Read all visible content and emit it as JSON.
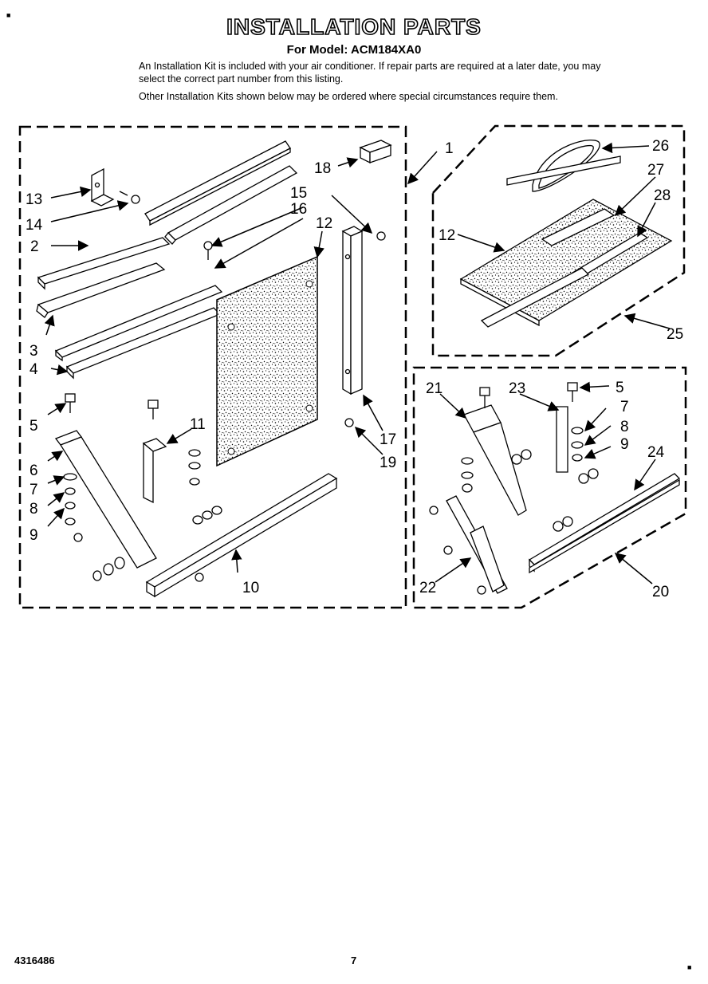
{
  "header": {
    "title": "INSTALLATION PARTS",
    "model": "For Model: ACM184XA0",
    "intro_1": "An Installation Kit is included with your air conditioner. If repair parts are required at a later date, you may select the correct part number from this listing.",
    "intro_2": "Other Installation Kits shown below may be ordered where special circumstances require them."
  },
  "footer": {
    "doc_number": "4316486",
    "page_number": "7"
  },
  "callouts": {
    "c1": "1",
    "c2": "2",
    "c3": "3",
    "c4": "4",
    "c5": "5",
    "c6": "6",
    "c7": "7",
    "c8": "8",
    "c9": "9",
    "c10": "10",
    "c11": "11",
    "c12": "12",
    "c13": "13",
    "c14": "14",
    "c15": "15",
    "c16": "16",
    "c17": "17",
    "c18": "18",
    "c19": "19",
    "c20": "20",
    "c21": "21",
    "c22": "22",
    "c23": "23",
    "c24": "24",
    "c25": "25",
    "c26": "26",
    "c27": "27",
    "c28": "28"
  }
}
